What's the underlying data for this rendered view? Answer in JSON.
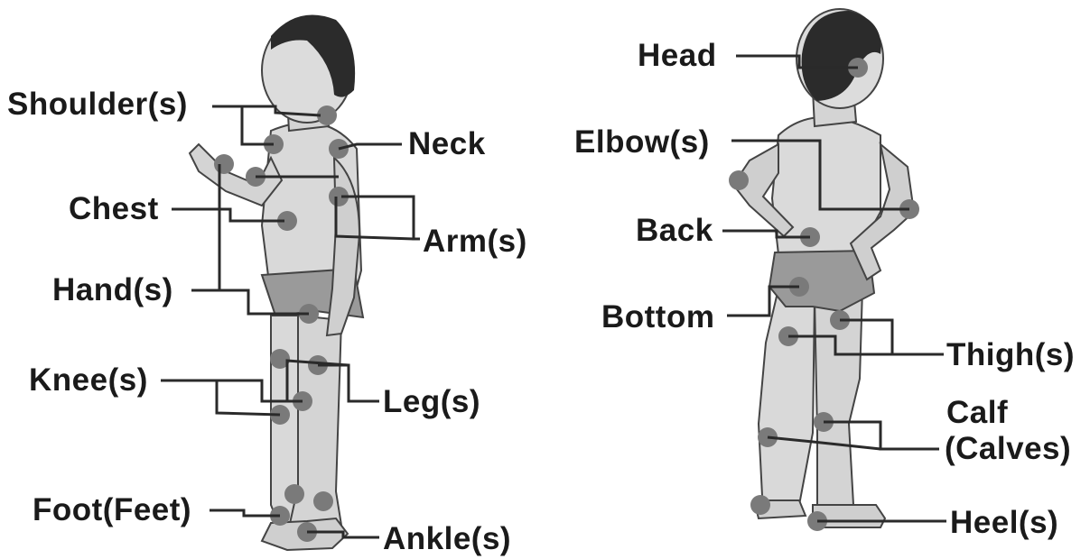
{
  "front_view": {
    "labels": {
      "shoulders": "Shoulder(s)",
      "neck": "Neck",
      "chest": "Chest",
      "arms": "Arm(s)",
      "hands": "Hand(s)",
      "knees": "Knee(s)",
      "legs": "Leg(s)",
      "feet": "Foot(Feet)",
      "ankles": "Ankle(s)"
    }
  },
  "back_view": {
    "labels": {
      "head": "Head",
      "elbows": "Elbow(s)",
      "back": "Back",
      "bottom": "Bottom",
      "thighs": "Thigh(s)",
      "calves_line1": "Calf",
      "calves_line2": "(Calves)",
      "heels": "Heel(s)"
    }
  },
  "colors": {
    "label": "#1a1a1a",
    "leader_line": "#2a2a2a",
    "marker_dot": "#7a7a7a",
    "skin": "#d9d9d9",
    "hair": "#2b2b2b",
    "underwear": "#9a9a9a"
  }
}
